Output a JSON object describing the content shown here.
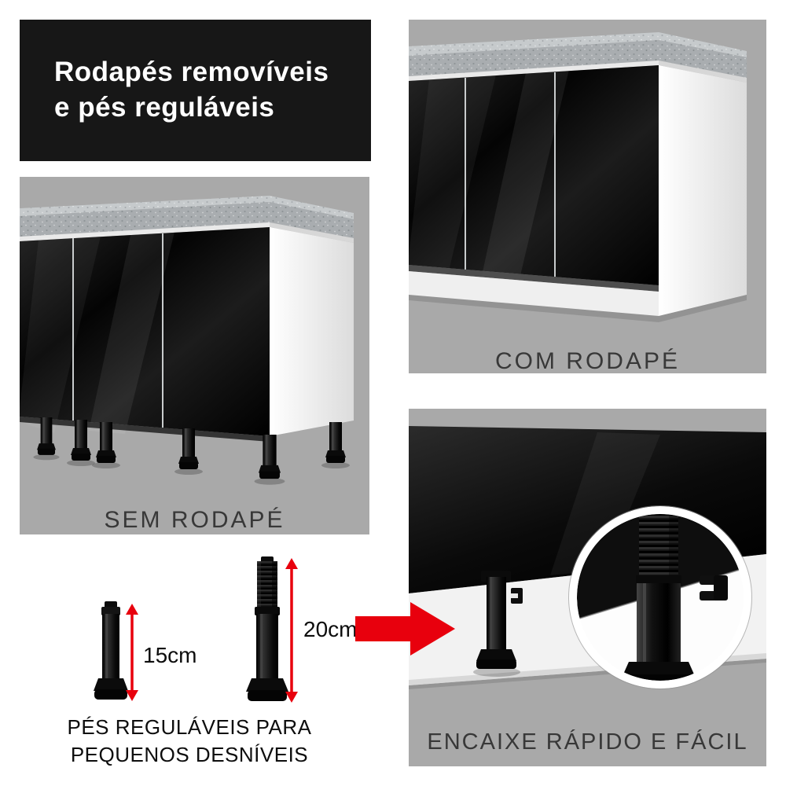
{
  "header": {
    "title_line1": "Rodapés removíveis",
    "title_line2": "e pés reguláveis"
  },
  "sections": {
    "sem_rodape": {
      "caption": "SEM RODAPÉ"
    },
    "com_rodape": {
      "caption": "COM RODAPÉ"
    },
    "encaixe": {
      "caption": "ENCAIXE RÁPIDO E FÁCIL"
    },
    "feet": {
      "small_label": "15cm",
      "large_label": "20cm",
      "caption_line1": "PÉS REGULÁVEIS PARA",
      "caption_line2": "PEQUENOS DESNÍVEIS"
    }
  },
  "icons": {
    "height_arrow_small": "vertical-double-arrow",
    "height_arrow_large": "vertical-double-arrow",
    "transition_arrow": "block-right-arrow",
    "magnifier": "zoom-circle"
  },
  "colors": {
    "accent_red": "#e8000d",
    "panel_gray": "#a9a9a9",
    "banner_black": "#171717"
  }
}
